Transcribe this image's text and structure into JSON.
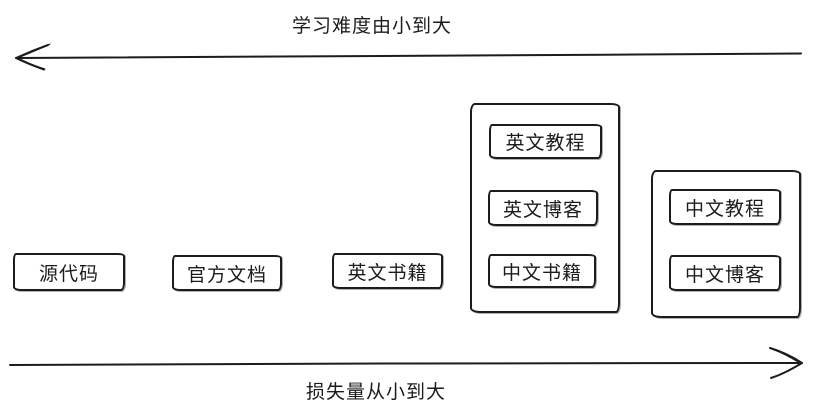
{
  "diagram": {
    "background": "#ffffff",
    "stroke_color": "#1c1c1c",
    "top_axis": {
      "label": "学习难度由小到大",
      "arrow_direction": "left"
    },
    "bottom_axis": {
      "label": "损失量从小到大",
      "arrow_direction": "right"
    },
    "standalone_nodes": [
      {
        "label": "源代码"
      },
      {
        "label": "官方文档"
      },
      {
        "label": "英文书籍"
      }
    ],
    "groups": [
      {
        "items": [
          {
            "label": "英文教程"
          },
          {
            "label": "英文博客"
          },
          {
            "label": "中文书籍"
          }
        ]
      },
      {
        "items": [
          {
            "label": "中文教程"
          },
          {
            "label": "中文博客"
          }
        ]
      }
    ]
  }
}
